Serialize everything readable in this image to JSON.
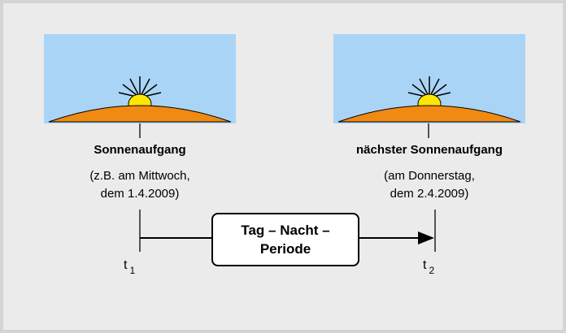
{
  "events": [
    {
      "title": "Sonnenaufgang",
      "note_line1": "(z.B. am Mittwoch,",
      "note_line2": "dem 1.4.2009)",
      "time_symbol": "t",
      "time_index": "1"
    },
    {
      "title": "nächster Sonnenaufgang",
      "note_line1": "(am Donnerstag,",
      "note_line2": "dem 2.4.2009)",
      "time_symbol": "t",
      "time_index": "2"
    }
  ],
  "period": {
    "line1": "Tag – Nacht –",
    "line2": "Periode"
  },
  "colors": {
    "sky": "#aad4f5",
    "ground": "#f08a12",
    "sun": "#ffe600",
    "background": "#ebebeb"
  }
}
